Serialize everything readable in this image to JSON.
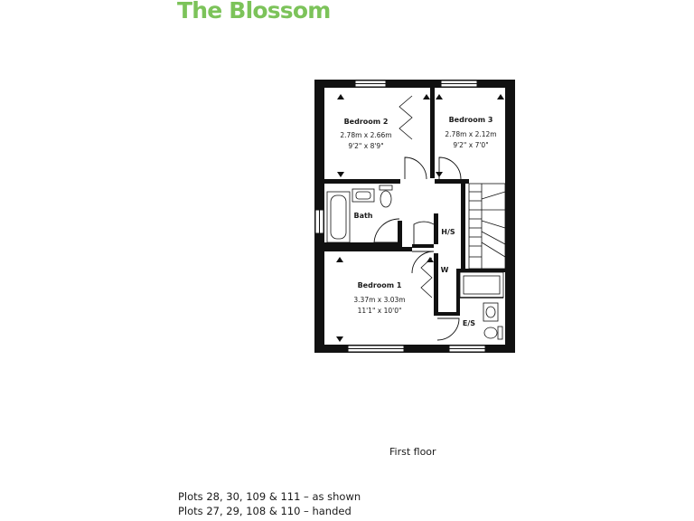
{
  "header": {
    "title": "The Blossom"
  },
  "rooms": {
    "bedroom2": {
      "name": "Bedroom 2",
      "metric": "2.78m x 2.66m",
      "imperial": "9'2\" x 8'9\""
    },
    "bedroom3": {
      "name": "Bedroom 3",
      "metric": "2.78m x 2.12m",
      "imperial": "9'2\" x 7'0\""
    },
    "bath": {
      "name": "Bath"
    },
    "hs": {
      "name": "H/S"
    },
    "wardrobe": {
      "name": "W"
    },
    "bedroom1": {
      "name": "Bedroom 1",
      "metric": "3.37m x 3.03m",
      "imperial": "11'1\" x 10'0\""
    },
    "ensuite": {
      "name": "E/S"
    }
  },
  "floor_label": "First floor",
  "plots": {
    "as_shown": "Plots 28, 30, 109 & 111 – as shown",
    "handed": "Plots 27, 29, 108 & 110 – handed"
  },
  "colors": {
    "title": "#7cc35a",
    "walls": "#111111"
  }
}
